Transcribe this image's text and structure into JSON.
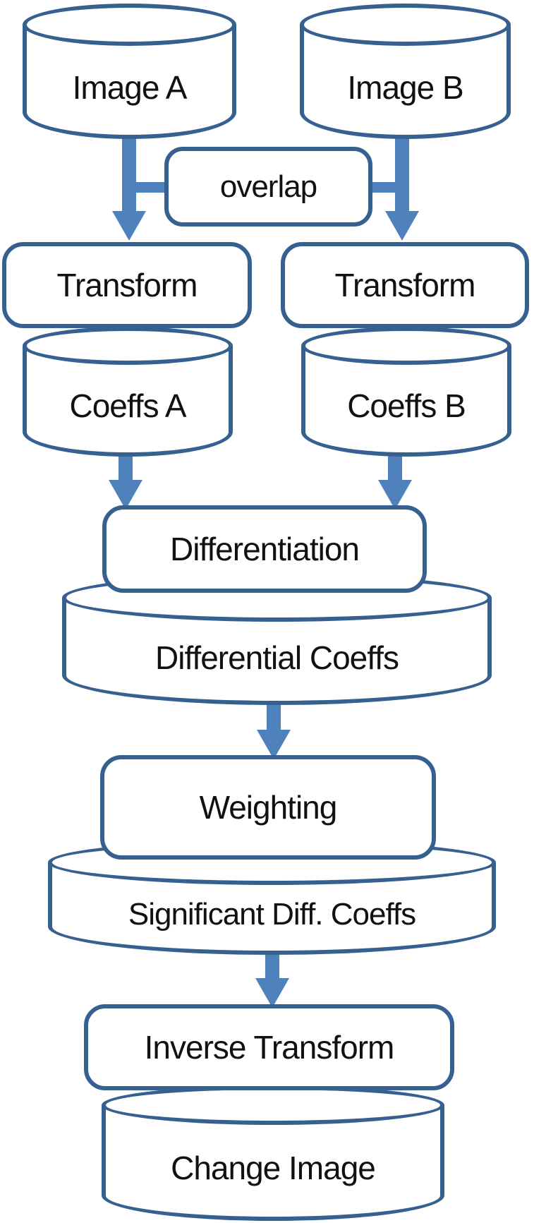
{
  "diagram": {
    "title": "Change detection flowchart",
    "colors": {
      "line": "#36608f",
      "arrow": "#4f81bd",
      "text": "#111111",
      "background": "#ffffff"
    },
    "nodes": {
      "image_a": {
        "label": "Image A",
        "shape": "cylinder"
      },
      "image_b": {
        "label": "Image B",
        "shape": "cylinder"
      },
      "overlap": {
        "label": "overlap",
        "shape": "rounded-rect"
      },
      "transform_a": {
        "label": "Transform",
        "shape": "rounded-rect"
      },
      "transform_b": {
        "label": "Transform",
        "shape": "rounded-rect"
      },
      "coeffs_a": {
        "label": "Coeffs A",
        "shape": "cylinder"
      },
      "coeffs_b": {
        "label": "Coeffs B",
        "shape": "cylinder"
      },
      "differentiation": {
        "label": "Differentiation",
        "shape": "rounded-rect"
      },
      "differential_coeffs": {
        "label": "Differential Coeffs",
        "shape": "cylinder"
      },
      "weighting": {
        "label": "Weighting",
        "shape": "rounded-rect"
      },
      "significant_diff_coeffs": {
        "label": "Significant Diff. Coeffs",
        "shape": "cylinder"
      },
      "inverse_transform": {
        "label": "Inverse Transform",
        "shape": "rounded-rect"
      },
      "change_image": {
        "label": "Change Image",
        "shape": "cylinder"
      }
    },
    "edges": [
      {
        "from": "image_a",
        "to": "transform_a",
        "via": "overlap"
      },
      {
        "from": "image_b",
        "to": "transform_b",
        "via": "overlap"
      },
      {
        "from": "coeffs_a",
        "to": "differentiation"
      },
      {
        "from": "coeffs_b",
        "to": "differentiation"
      },
      {
        "from": "differential_coeffs",
        "to": "weighting"
      },
      {
        "from": "significant_diff_coeffs",
        "to": "inverse_transform"
      }
    ]
  }
}
